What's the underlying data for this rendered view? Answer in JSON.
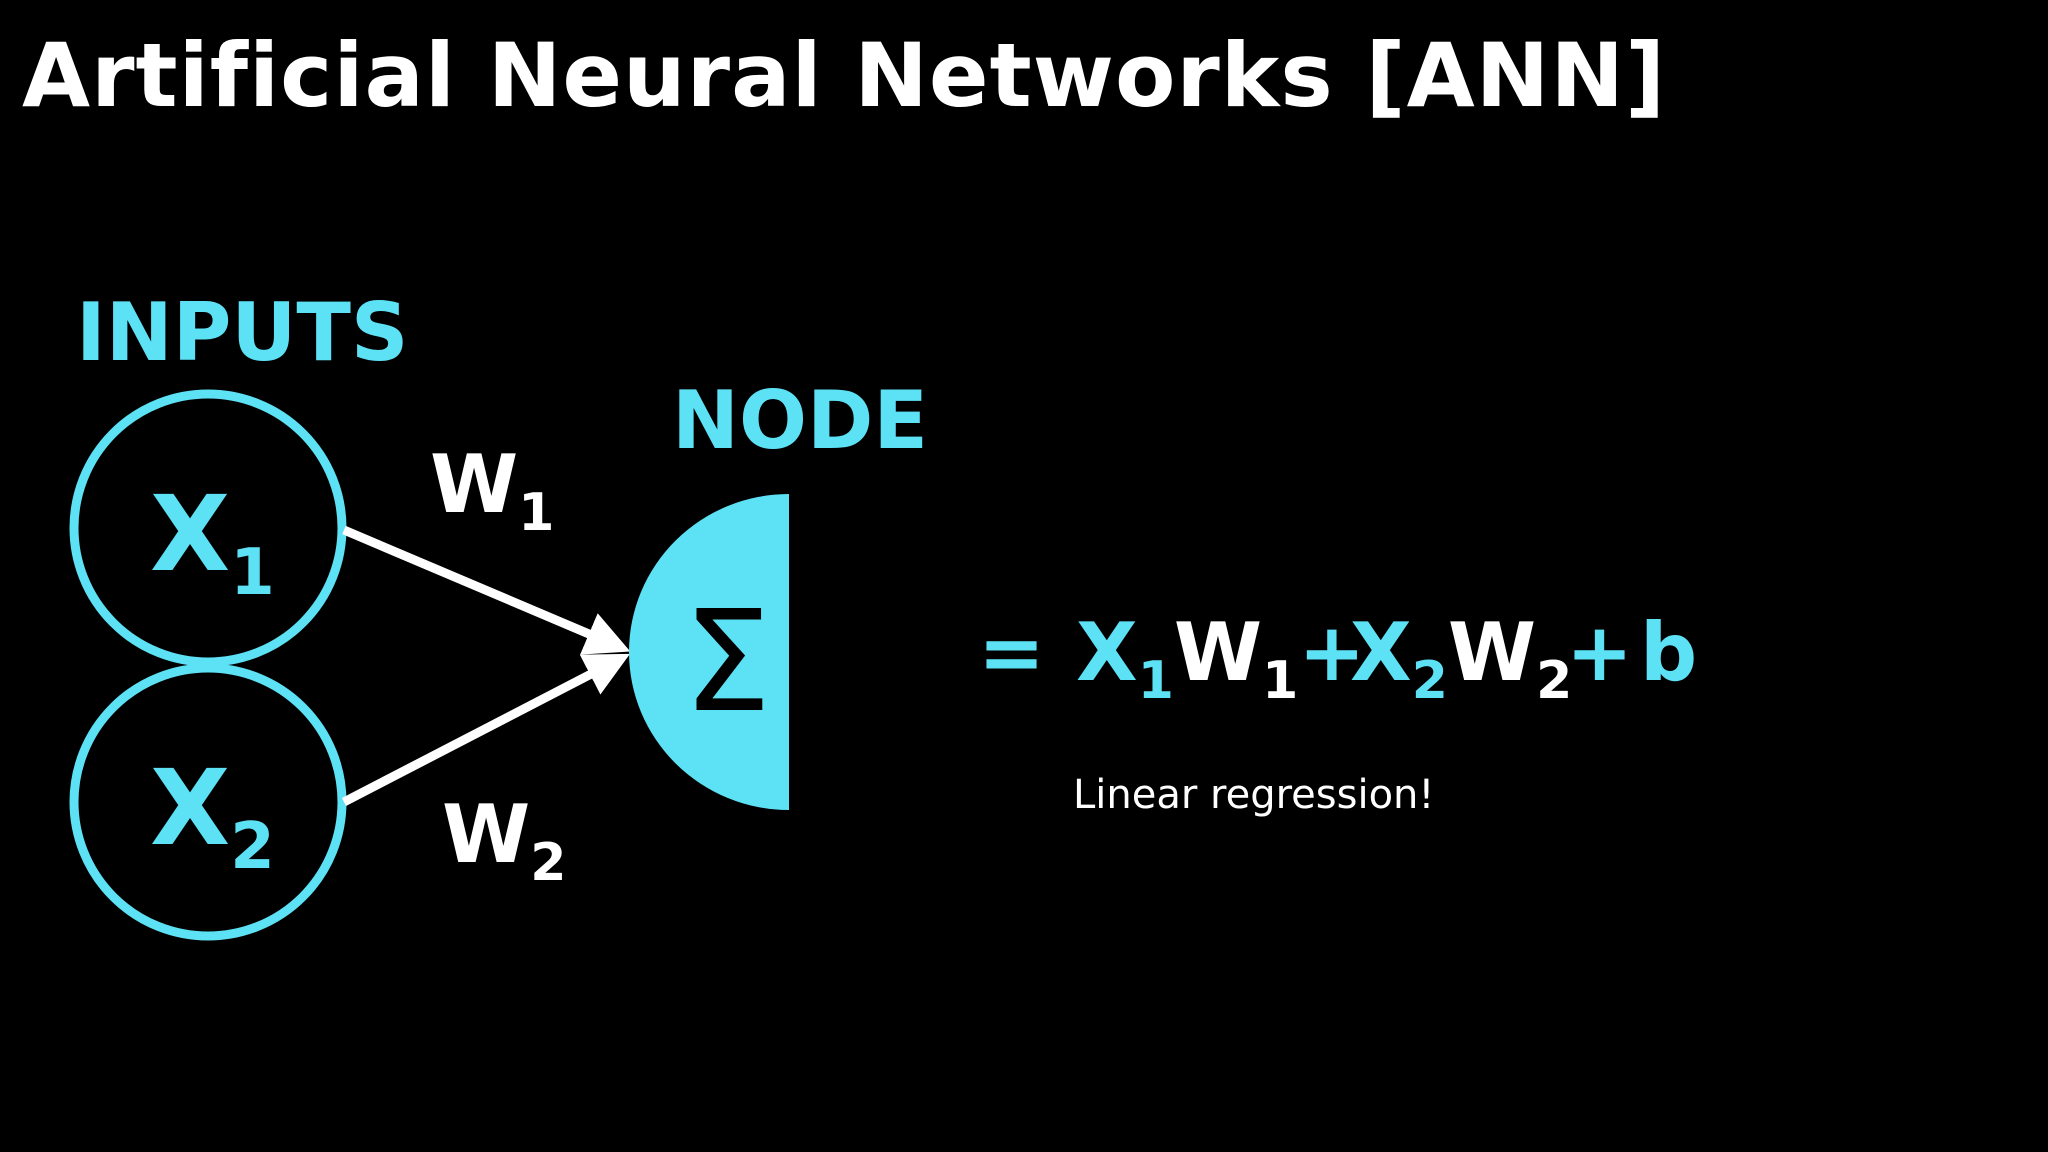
{
  "title": "Artificial Neural Networks [ANN]",
  "diagram": {
    "inputs_label": "INPUTS",
    "node_label": "NODE",
    "inputs": [
      {
        "var": "X",
        "sub": "1"
      },
      {
        "var": "X",
        "sub": "2"
      }
    ],
    "weights": [
      {
        "var": "W",
        "sub": "1"
      },
      {
        "var": "W",
        "sub": "2"
      }
    ],
    "node_symbol": "Σ"
  },
  "equation": {
    "equals": "=",
    "terms": [
      {
        "var": "X",
        "sub": "1"
      },
      {
        "var": "W",
        "sub": "1"
      },
      {
        "op": "+"
      },
      {
        "var": "X",
        "sub": "2"
      },
      {
        "var": "W",
        "sub": "2"
      },
      {
        "op": "+"
      },
      {
        "var": "b"
      }
    ],
    "note": "Linear regression!"
  },
  "colors": {
    "background": "#000000",
    "accent": "#5ce1f5",
    "text": "#ffffff"
  }
}
